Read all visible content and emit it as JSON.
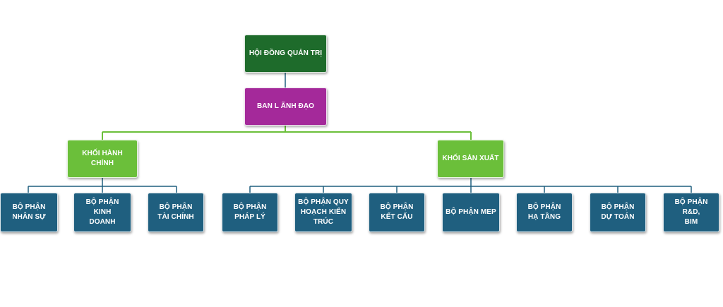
{
  "colors": {
    "board": "#1e6b2b",
    "leadership": "#a4299a",
    "block": "#6bbf3a",
    "department": "#1f5f7f",
    "connector_green": "#6bbf3a",
    "connector_blue": "#1f5f7f"
  },
  "org": {
    "board": "HỘI ĐỒNG QUẢN TRỊ",
    "leadership": "BAN L ÃNH ĐẠO",
    "admin_block": "KHỐI HÀNH CHÍNH",
    "production_block": "KHỐI SẢN XUẤT",
    "departments": {
      "hr": "BỘ PHẬN\nNHÂN SỰ",
      "sales": "BỘ PHẬN KINH\nDOANH",
      "finance": "BỘ PHẬN\nTÀI CHÍNH",
      "legal": "BỘ PHẬN\nPHÁP LÝ",
      "planning": "BỘ PHẬN QUY\nHOẠCH KIẾN\nTRÚC",
      "structure": "BỘ PHẬN\nKẾT CẤU",
      "mep": "BỘ PHẬN MEP",
      "infrastructure": "BỘ PHẬN\nHẠ TẦNG",
      "estimation": "BỘ PHẬN\nDỰ TOÁN",
      "rnd": "BỘ PHẬN R&D,\nBIM"
    }
  }
}
